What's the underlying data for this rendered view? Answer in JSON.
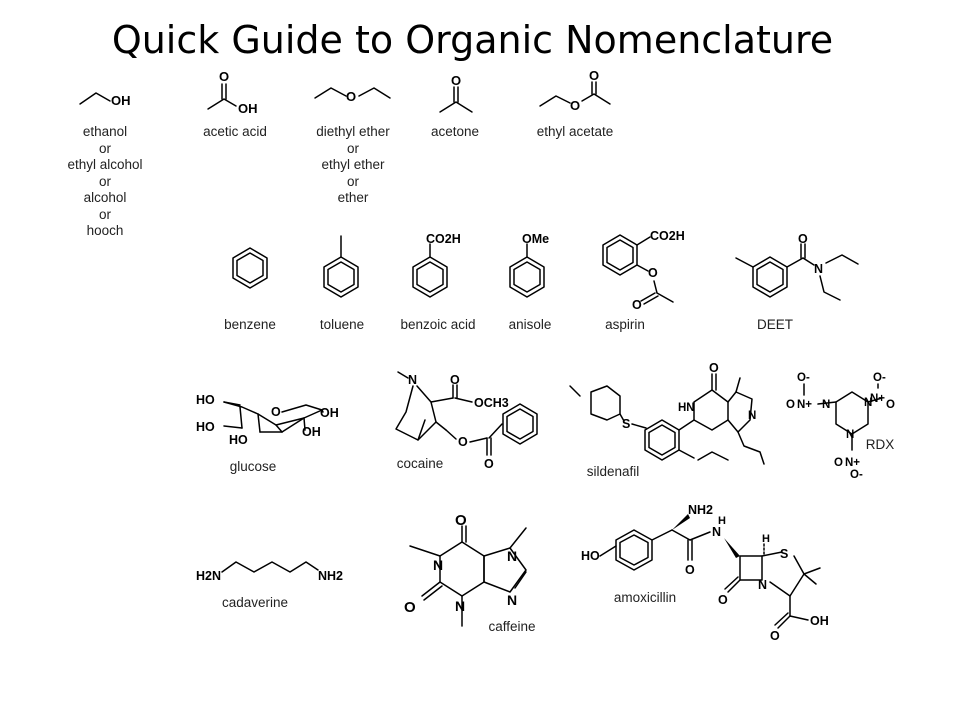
{
  "title": "Quick Guide to Organic Nomenclature",
  "compounds": {
    "ethanol": {
      "names": [
        "ethanol",
        "or",
        "ethyl alcohol",
        "or",
        "alcohol",
        "or",
        "hooch"
      ]
    },
    "acetic_acid": {
      "name": "acetic acid"
    },
    "diethyl_ether": {
      "names": [
        "diethyl ether",
        "or",
        "ethyl ether",
        "or",
        "ether"
      ]
    },
    "acetone": {
      "name": "acetone"
    },
    "ethyl_acetate": {
      "name": "ethyl acetate"
    },
    "benzene": {
      "name": "benzene"
    },
    "toluene": {
      "name": "toluene"
    },
    "benzoic_acid": {
      "name": "benzoic acid"
    },
    "anisole": {
      "name": "anisole"
    },
    "aspirin": {
      "name": "aspirin"
    },
    "deet": {
      "name": "DEET"
    },
    "glucose": {
      "name": "glucose"
    },
    "cocaine": {
      "name": "cocaine"
    },
    "sildenafil": {
      "name": "sildenafil"
    },
    "rdx": {
      "name": "RDX"
    },
    "cadaverine": {
      "name": "cadaverine"
    },
    "caffeine": {
      "name": "caffeine"
    },
    "amoxicillin": {
      "name": "amoxicillin"
    }
  },
  "atom_labels": {
    "oh": "OH",
    "o": "O",
    "n": "N",
    "s": "S",
    "h": "H",
    "co2h": "CO2H",
    "ome": "OMe",
    "ho": "HO",
    "och3": "OCH3",
    "hn": "HN",
    "nh2": "NH2",
    "h2n": "H2N",
    "cooh": "OH",
    "no_plus": "N+",
    "o_minus": "O-"
  }
}
